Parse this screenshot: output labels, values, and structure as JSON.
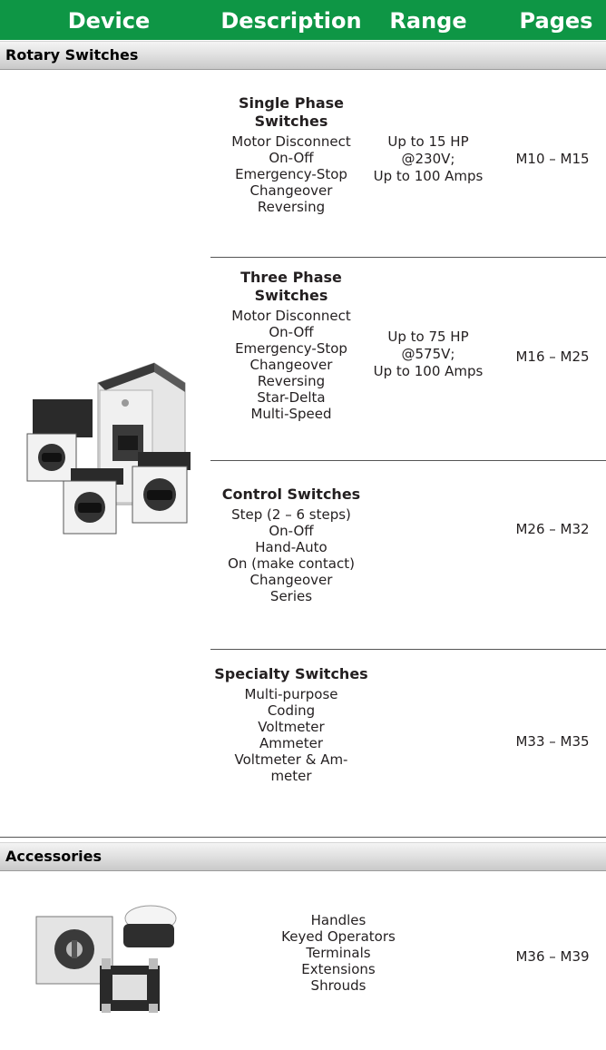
{
  "header": {
    "device": "Device",
    "description": "Description",
    "range": "Range",
    "pages": "Pages"
  },
  "sections": {
    "rotary": {
      "label": "Rotary Switches",
      "rows": [
        {
          "title": "Single Phase Switches",
          "items": [
            "Motor Disconnect",
            "On-Off",
            "Emergency-Stop",
            "Changeover",
            "Reversing"
          ],
          "range": [
            "Up to 15 HP",
            "@230V;",
            "Up to 100 Amps"
          ],
          "pages": "M10 – M15"
        },
        {
          "title": "Three Phase Switches",
          "items": [
            "Motor Disconnect",
            "On-Off",
            "Emergency-Stop",
            "Changeover",
            "Reversing",
            "Star-Delta",
            "Multi-Speed"
          ],
          "range": [
            "Up to 75 HP",
            "@575V;",
            "Up to 100 Amps"
          ],
          "pages": "M16 – M25"
        },
        {
          "title": "Control Switches",
          "items": [
            "Step (2 – 6 steps)",
            "On-Off",
            "Hand-Auto",
            "On (make contact)",
            "Changeover",
            "Series"
          ],
          "range": [],
          "pages": "M26 – M32"
        },
        {
          "title": "Specialty Switches",
          "items": [
            "Multi-purpose",
            "Coding",
            "Voltmeter",
            "Ammeter",
            "Voltmeter & Am-",
            "meter"
          ],
          "range": [],
          "pages": "M33 – M35"
        }
      ]
    },
    "accessories": {
      "label": "Accessories",
      "items": [
        "Handles",
        "Keyed Operators",
        "Terminals",
        "Extensions",
        "Shrouds"
      ],
      "pages": "M36 – M39"
    }
  },
  "colors": {
    "header_green": "#0e9645",
    "header_text": "#ffffff",
    "body_text": "#231f20"
  }
}
